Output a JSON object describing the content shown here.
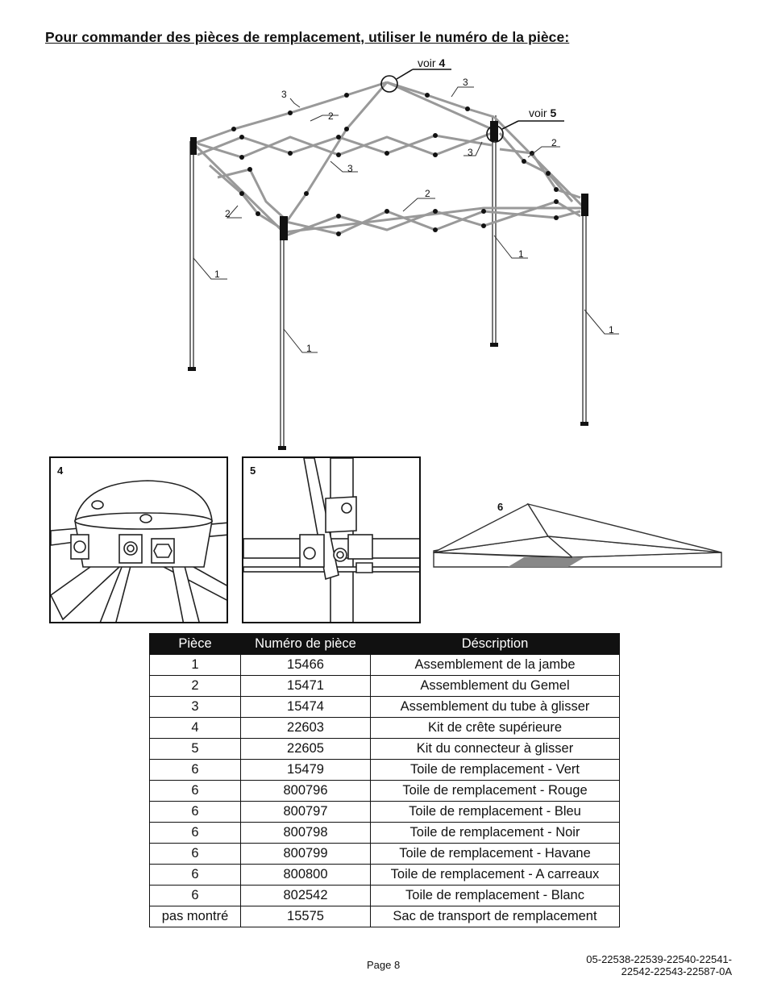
{
  "title": "Pour commander des pièces de remplacement, utiliser le numéro de la pièce:",
  "callouts": {
    "voir_4": {
      "text": "voir ",
      "num": "4"
    },
    "voir_5": {
      "text": "voir ",
      "num": "5"
    }
  },
  "part_labels": [
    "1",
    "2",
    "3"
  ],
  "detail_boxes": {
    "box4": "4",
    "box5": "5",
    "box6": "6"
  },
  "table": {
    "headers": [
      "Pièce",
      "Numéro de pièce",
      "Déscription"
    ],
    "rows": [
      [
        "1",
        "15466",
        "Assemblement de la jambe"
      ],
      [
        "2",
        "15471",
        "Assemblement du Gemel"
      ],
      [
        "3",
        "15474",
        "Assemblement du tube à glisser"
      ],
      [
        "4",
        "22603",
        "Kit de crête supérieure"
      ],
      [
        "5",
        "22605",
        "Kit du connecteur à glisser"
      ],
      [
        "6",
        "15479",
        "Toile de remplacement - Vert"
      ],
      [
        "6",
        "800796",
        "Toile de remplacement - Rouge"
      ],
      [
        "6",
        "800797",
        "Toile de remplacement - Bleu"
      ],
      [
        "6",
        "800798",
        "Toile de remplacement - Noir"
      ],
      [
        "6",
        "800799",
        "Toile de remplacement - Havane"
      ],
      [
        "6",
        "800800",
        "Toile de remplacement - A carreaux"
      ],
      [
        "6",
        "802542",
        "Toile de remplacement - Blanc"
      ],
      [
        "pas montré",
        "15575",
        "Sac de transport de remplacement"
      ]
    ]
  },
  "footer": {
    "page": "Page 8",
    "code_line1": "05-22538-22539-22540-22541-",
    "code_line2": "22542-22543-22587-0A"
  }
}
